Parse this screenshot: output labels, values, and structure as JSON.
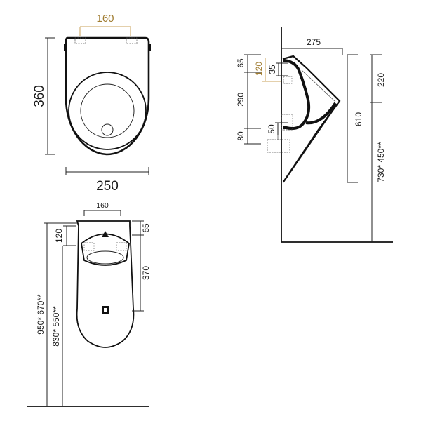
{
  "top_view": {
    "dims": {
      "width_outlet_spacing": "160",
      "depth": "360",
      "width": "250"
    },
    "accent_color": "#c8a25a"
  },
  "front_view": {
    "dims": {
      "top_width": "160",
      "upper_offset": "120",
      "rim_top": "65",
      "bowl_height": "370",
      "install_height_a": "950* 670**",
      "install_height_b": "830* 550**"
    }
  },
  "side_view": {
    "dims": {
      "projection": "275",
      "h65": "65",
      "h120": "120",
      "h35": "35",
      "h290": "290",
      "h50": "50",
      "h80": "80",
      "h220": "220",
      "h610": "610",
      "install_height": "730* 450**"
    },
    "accent_color": "#c8a25a"
  }
}
